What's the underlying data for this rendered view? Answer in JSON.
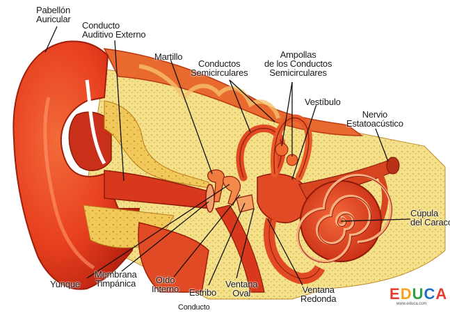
{
  "labels": {
    "pabellon": "Pabellón\nAuricular",
    "conducto_auditivo": "Conducto\nAuditivo Externo",
    "martillo": "Martillo",
    "conductos_semi": "Conductos\nSemicirculares",
    "ampollas": "Ampollas\nde los Conductos\nSemicirculares",
    "vestibulo": "Vestíbulo",
    "nervio": "Nervio\nEstatoacústico",
    "cupula": "Cúpula\ndel Caracol",
    "yunque": "Yunque",
    "membrana": "Membrana\nTimpánica",
    "oido_interno": "Oído\nInterno",
    "estribo": "Estribo",
    "ventana_oval": "Ventana\nOval",
    "ventana_redonda": "Ventana\nRedonda",
    "conducto_bottom": "Conducto"
  },
  "logo": {
    "letters": [
      "E",
      "D",
      "U",
      "C",
      "A"
    ],
    "colors": [
      "#e63b2e",
      "#f4a21c",
      "#2f9e44",
      "#1f6fc4",
      "#e63b2e"
    ],
    "tagline": "www.educa.com"
  }
}
